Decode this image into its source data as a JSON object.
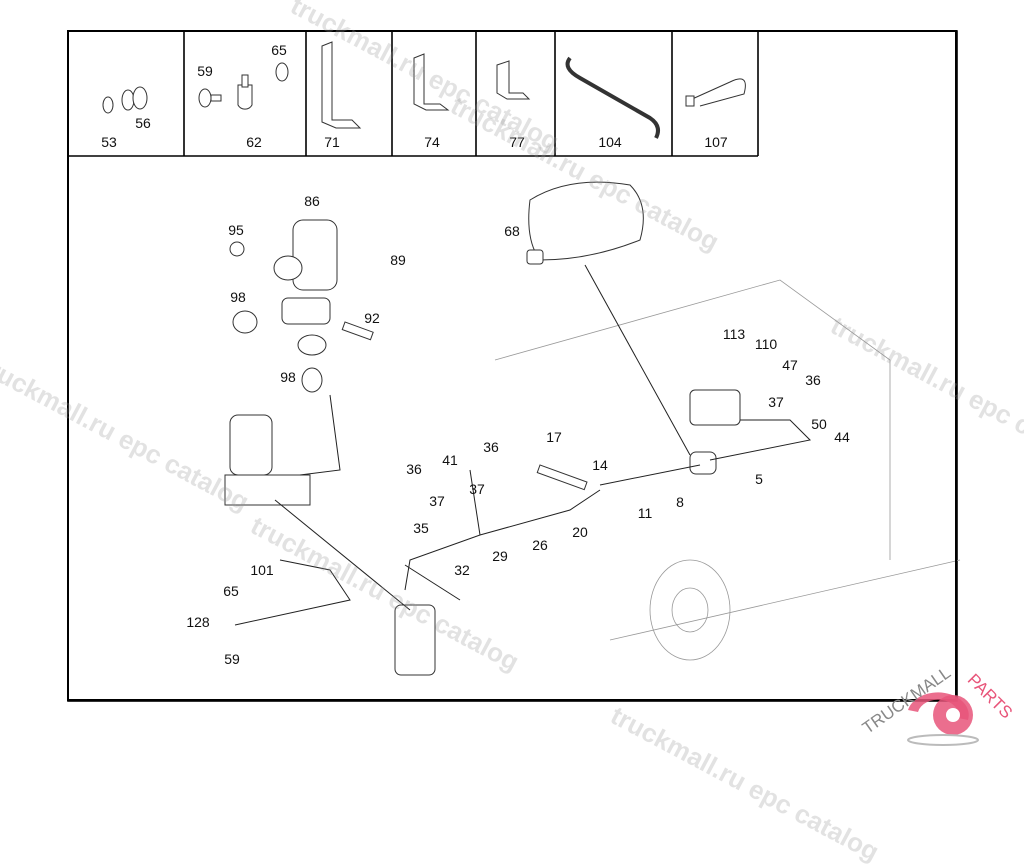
{
  "header_cells": [
    {
      "labels": [
        "53",
        "56"
      ]
    },
    {
      "labels": [
        "59",
        "65",
        "62"
      ]
    },
    {
      "labels": [
        "71"
      ]
    },
    {
      "labels": [
        "74"
      ]
    },
    {
      "labels": [
        "77"
      ]
    },
    {
      "labels": [
        "104"
      ]
    },
    {
      "labels": [
        "107"
      ]
    }
  ],
  "callouts": [
    "86",
    "95",
    "89",
    "98",
    "92",
    "98",
    "68",
    "113",
    "110",
    "47",
    "36",
    "37",
    "50",
    "44",
    "5",
    "17",
    "14",
    "8",
    "11",
    "36",
    "41",
    "36",
    "37",
    "37",
    "35",
    "20",
    "26",
    "29",
    "32",
    "101",
    "65",
    "128",
    "59"
  ],
  "watermark": "truckmall.ru epc catalog",
  "logo": {
    "text_left": "TRUCKMALL",
    "text_right": "PARTS",
    "color": "#e8557a",
    "text_color": "#888888"
  }
}
